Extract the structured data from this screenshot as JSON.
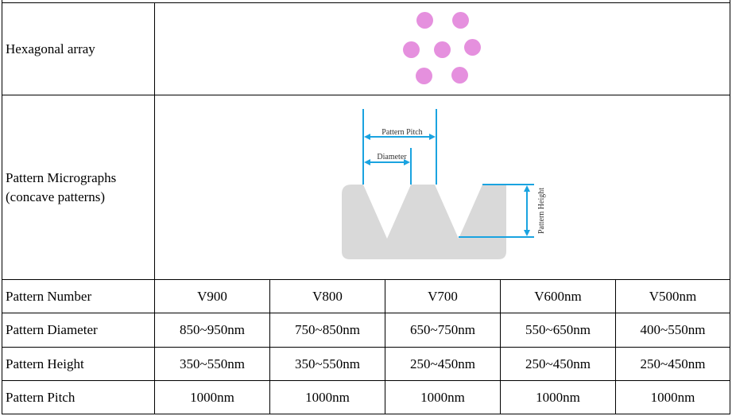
{
  "rows": {
    "hexagonal": {
      "label": "Hexagonal array"
    },
    "micrographs": {
      "label": "Pattern Micrographs\n(concave patterns)",
      "diagram": {
        "pitch_label": "Pattern Pitch",
        "diameter_label": "Diameter",
        "height_label": "Pattern Height"
      }
    },
    "number": {
      "label": "Pattern Number",
      "values": [
        "V900",
        "V800",
        "V700",
        "V600nm",
        "V500nm"
      ]
    },
    "diameter": {
      "label": "Pattern Diameter",
      "values": [
        "850~950nm",
        "750~850nm",
        "650~750nm",
        "550~650nm",
        "400~550nm"
      ]
    },
    "height": {
      "label": "Pattern Height",
      "values": [
        "350~550nm",
        "350~550nm",
        "250~450nm",
        "250~450nm",
        "250~450nm"
      ]
    },
    "pitch": {
      "label": "Pattern Pitch",
      "values": [
        "1000nm",
        "1000nm",
        "1000nm",
        "1000nm",
        "1000nm"
      ]
    }
  },
  "colors": {
    "dot": "#e590de",
    "arrow": "#1aa3e0",
    "substrate": "#d9d9d9"
  }
}
